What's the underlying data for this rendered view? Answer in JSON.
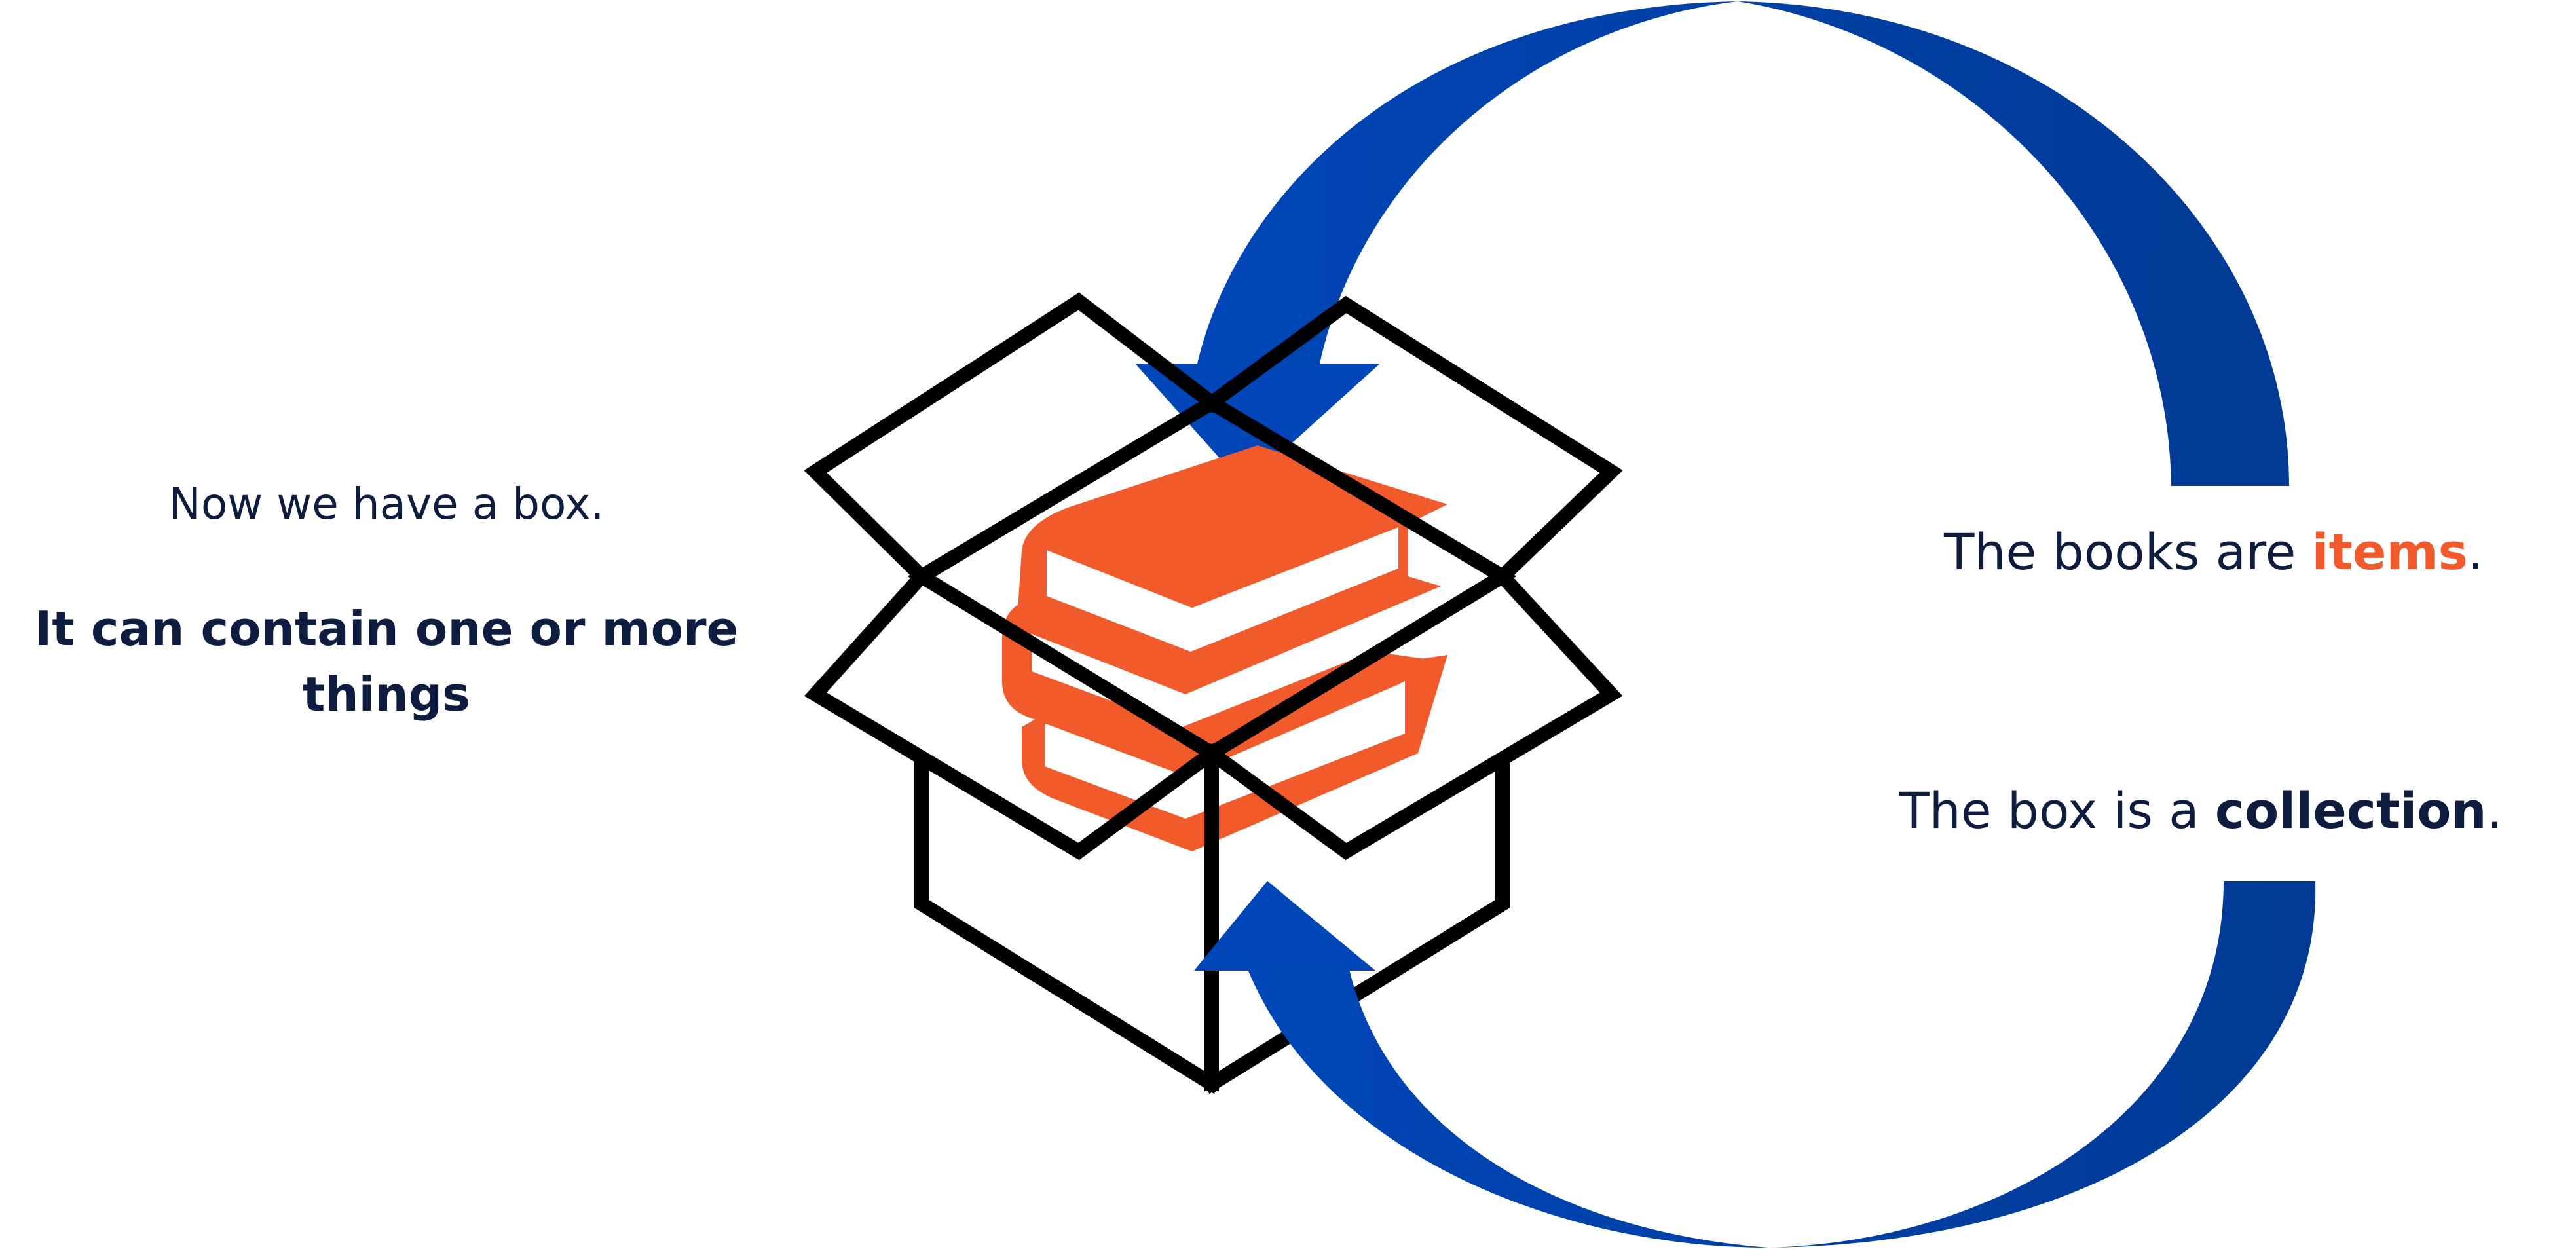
{
  "colors": {
    "text": "#0d1c3f",
    "accent_orange": "#f15a2b",
    "arrow_blue_light": "#0046b8",
    "arrow_blue_dark": "#003a94",
    "box_outline": "#000000",
    "book_pages": "#ffffff"
  },
  "left": {
    "intro": "Now we have a box.",
    "emphasis": "It can contain one or more things"
  },
  "right": {
    "items_caption": {
      "prefix": "The books are ",
      "highlight": "items",
      "suffix": "."
    },
    "collection_caption": {
      "prefix": "The box is a ",
      "highlight": "collection",
      "suffix": "."
    }
  },
  "illustration": {
    "box_icon": "open-box-icon",
    "books_icon": "stacked-books-icon",
    "arrows": [
      "curved-arrow-down-icon",
      "curved-arrow-up-icon"
    ]
  }
}
